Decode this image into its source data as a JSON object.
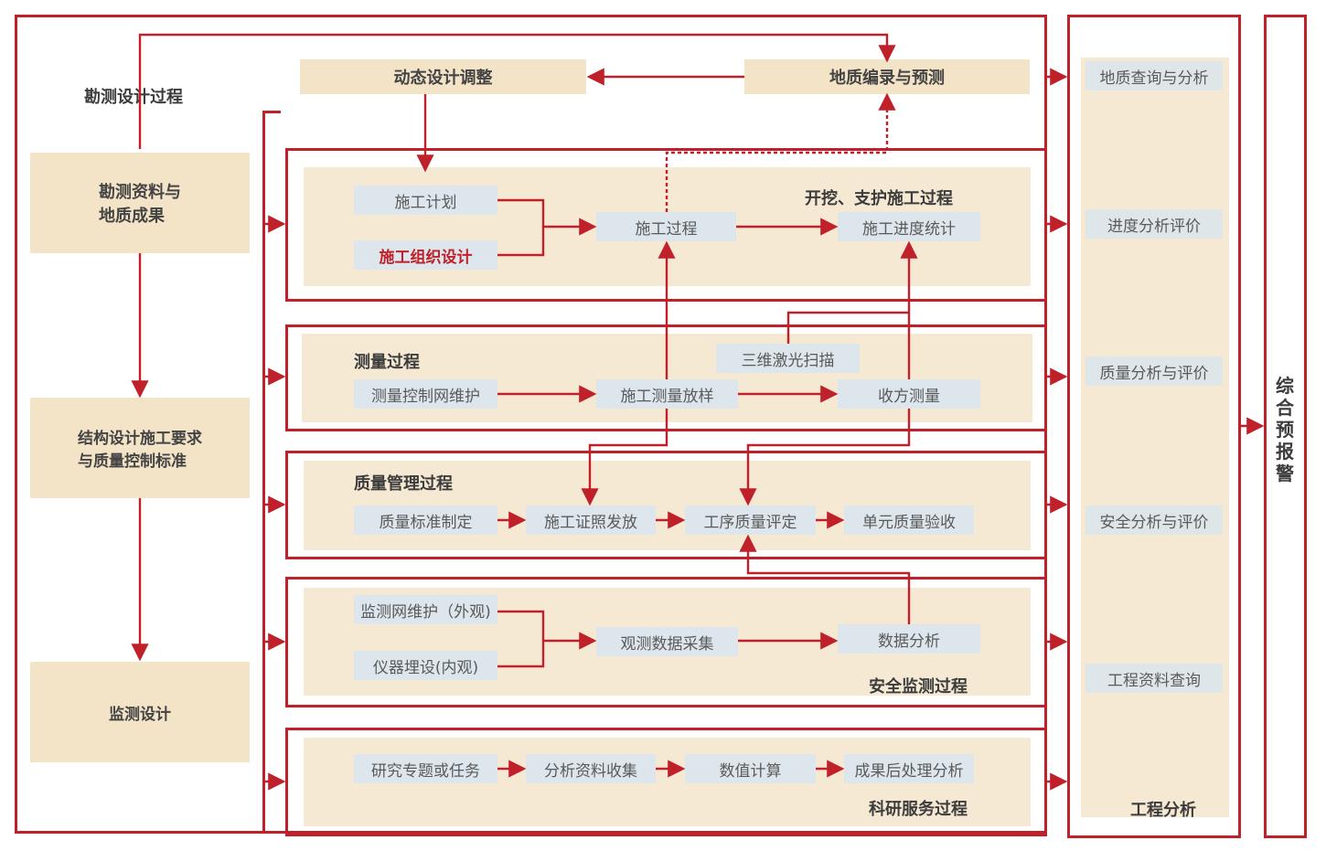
{
  "left": {
    "survey_title": "勘测设计过程",
    "box1": "勘测资料与\n地质成果",
    "box2": "结构设计施工要求\n与质量控制标准",
    "box3": "监测设计"
  },
  "top": {
    "dynamic": "动态设计调整",
    "geology": "地质编录与预测"
  },
  "construction": {
    "title": "开挖、支护施工过程",
    "plan": "施工计划",
    "org": "施工组织设计",
    "process": "施工过程",
    "progress": "施工进度统计"
  },
  "survey": {
    "title": "测量过程",
    "scan": "三维激光扫描",
    "control": "测量控制网维护",
    "layout": "施工测量放样",
    "volume": "收方测量"
  },
  "quality": {
    "title": "质量管理过程",
    "standard": "质量标准制定",
    "permit": "施工证照发放",
    "eval": "工序质量评定",
    "accept": "单元质量验收"
  },
  "safety": {
    "title": "安全监测过程",
    "net": "监测网维护（外观)",
    "instr": "仪器埋设(内观)",
    "collect": "观测数据采集",
    "analysis": "数据分析"
  },
  "research": {
    "title": "科研服务过程",
    "topic": "研究专题或任务",
    "gather": "分析资料收集",
    "calc": "数值计算",
    "post": "成果后处理分析"
  },
  "analysis": {
    "title": "工程分析",
    "items": [
      "地质查询与分析",
      "进度分析评价",
      "质量分析与评价",
      "安全分析与评价",
      "工程资料查询"
    ]
  },
  "warning": {
    "label": "综合预报警"
  }
}
